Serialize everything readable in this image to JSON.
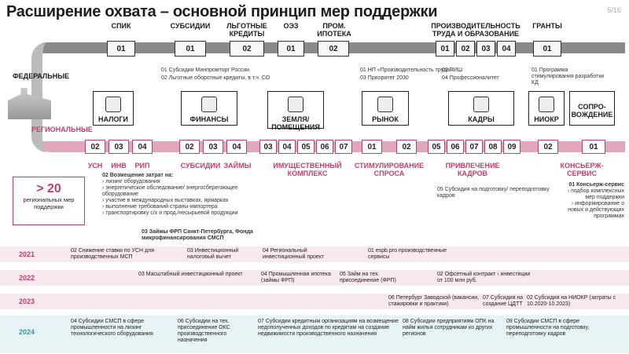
{
  "title": "Расширение охвата – основной принцип мер поддержки",
  "page": "5/16",
  "levels": {
    "federal": "ФЕДЕРАЛЬНЫЕ",
    "regional": "РЕГИОНАЛЬНЫЕ"
  },
  "federal_groups": [
    {
      "label": "СПИК",
      "codes": [
        "01"
      ]
    },
    {
      "label": "СУБСИДИИ",
      "codes": [
        "01"
      ]
    },
    {
      "label": "ЛЬГОТНЫЕ КРЕДИТЫ",
      "codes": [
        "02"
      ]
    },
    {
      "label": "ОЭЗ",
      "codes": [
        "01"
      ]
    },
    {
      "label": "ПРОМ. ИПОТЕКА",
      "codes": [
        "02"
      ]
    },
    {
      "label": "ПРОИЗВОДИТЕЛЬНОСТЬ ТРУДА И ОБРАЗОВАНИЕ",
      "codes": [
        "01",
        "02",
        "03",
        "04"
      ]
    },
    {
      "label": "ГРАНТЫ",
      "codes": [
        "01"
      ]
    }
  ],
  "federal_notes": [
    "01 Субсидии Минпромторг России",
    "02 Льготные оборотные кредиты, в т.ч. СО",
    "01 НП «Производительность труда»",
    "03 Приоритет 2030",
    "02 ПИШ",
    "04 Профессионалитет",
    "01 Программа стимулирования разработки КД"
  ],
  "categories": [
    "НАЛОГИ",
    "ФИНАНСЫ",
    "ЗЕМЛЯ/ ПОМЕЩЕНИЯ",
    "РЫНОК",
    "КАДРЫ",
    "НИОКР",
    "СОПРО- ВОЖДЕНИЕ"
  ],
  "regional_codes": [
    "02",
    "03",
    "04",
    "02",
    "03",
    "04",
    "03",
    "04",
    "05",
    "06",
    "07",
    "01",
    "02",
    "05",
    "06",
    "07",
    "08",
    "09",
    "02",
    "01"
  ],
  "regional_groups": [
    "УСН",
    "ИНВ",
    "РИП",
    "СУБСИДИИ",
    "ЗАЙМЫ",
    "ИМУЩЕСТВЕННЫЙ КОМПЛЕКС",
    "СТИМУЛИРОВАНИЕ СПРОСА",
    "ПРИВЛЕЧЕНИЕ КАДРОВ",
    "КОНСЬЕРЖ- СЕРВИС"
  ],
  "regional_count": {
    "value": "> 20",
    "caption": "региональных мер поддержки"
  },
  "subsidy_note": {
    "head": "02 Возмещение затрат на:",
    "items": [
      "› лизинг оборудования",
      "› энергетическое обследование/ энергосберегающее оборудование",
      "› участие в международных выставках, ярмарках",
      "› выполнение требований страны-импортера",
      "› транспортировку с/х и прод./несырьевой продукции"
    ]
  },
  "loans_note": "03 Займы ФРП Санкт-Петербурга, Фонда микрофинансирования СМСП",
  "staff_note": "05 Субсидия на подготовку/ переподготовку кадров",
  "concierge_note": {
    "head": "01 Консьерж-сервис",
    "items": [
      "› подбор комплексных мер поддержки",
      "› информирование о новых и действующих программах"
    ]
  },
  "years": [
    "2021",
    "2022",
    "2023",
    "2024"
  ],
  "events_2021": [
    "02 Снижение ставки по УСН для производственных МСП",
    "03 Инвестиционный налоговый вычет",
    "04 Региональный инвестиционный проект",
    "01 espb.pro производственные сервисы"
  ],
  "events_2022": [
    "03 Масштабный инвестиционный проект",
    "04 Промышленная ипотека (займы ФРП)",
    "05 Займ на тех. присоединение (ФРП)",
    "02 Офсетный контракт › инвестиции от 100 млн руб."
  ],
  "events_2023": [
    "06 Петербург Заводской (вакансии, стажировки и практики)",
    "07 Субсидия на создание ЦДТТ",
    "02 Субсидия на НИОКР (затраты с 10.2020-10.2023)"
  ],
  "events_2024": [
    "04 Субсидии СМСП в сфере промышленности на лизинг технологического оборудования",
    "06 Субсидии на тех. присоединение ОКС производственного назначения",
    "07 Субсидии кредитным организациям на возмещение недополученных доходов по кредитам на создание недвижимости производственного назначения",
    "08 Субсидии предприятиям ОПК на найм жилья сотрудникам из других регионов",
    "09 Субсидии СМСП в сфере промышленности на подготовку, переподготовку кадров"
  ]
}
